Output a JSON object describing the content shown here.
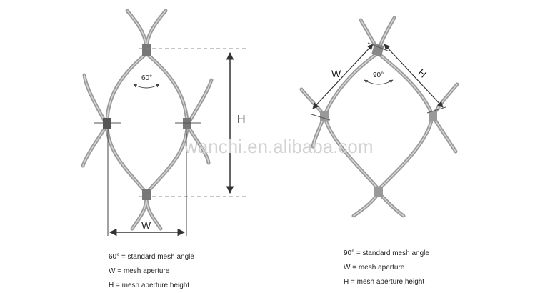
{
  "left_diagram": {
    "angle_label": "60°",
    "height_label": "H",
    "width_label": "W"
  },
  "right_diagram": {
    "angle_label": "90°",
    "width_label": "W",
    "height_label": "H"
  },
  "watermark": "wanchi.en.alibaba.com",
  "legend_left": [
    "60° = standard mesh angle",
    "W = mesh aperture",
    "H = mesh aperture height"
  ],
  "legend_right": [
    "90° = standard mesh angle",
    "W = mesh aperture",
    "H = mesh aperture height"
  ],
  "colors": {
    "cable": "#8a8a8a",
    "cable_light": "#c8c8c8",
    "dimension": "#333333",
    "dashed": "#888888"
  }
}
